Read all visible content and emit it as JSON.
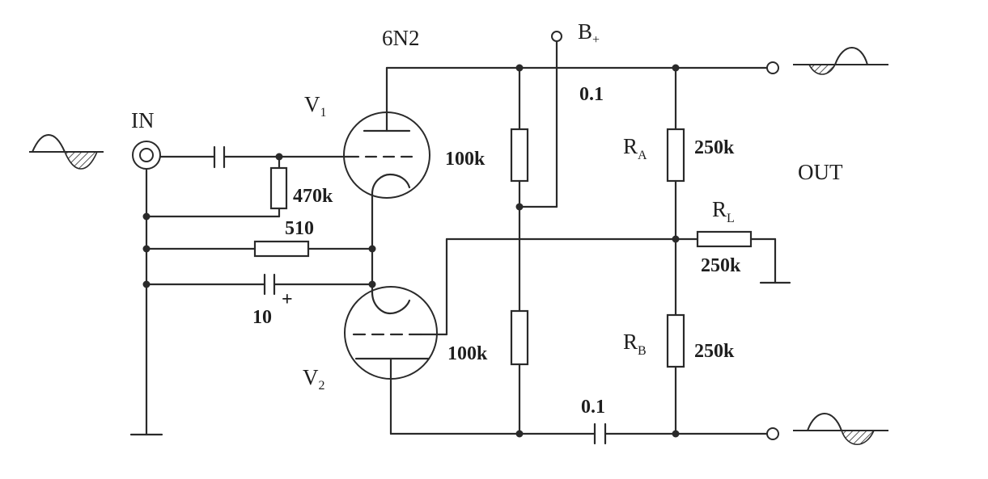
{
  "tube_type": "6N2",
  "tubes": {
    "v1": "V",
    "v1_sub": "1",
    "v2": "V",
    "v2_sub": "2"
  },
  "supply": {
    "label": "B",
    "sub": "+"
  },
  "io": {
    "input": "IN",
    "output": "OUT"
  },
  "resistors": {
    "grid": "470k",
    "cathode": "510",
    "plate_load_top": "100k",
    "plate_load_bottom": "100k",
    "ra_name": "R",
    "ra_sub": "A",
    "ra_value": "250k",
    "rb_name": "R",
    "rb_sub": "B",
    "rb_value": "250k",
    "rl_name": "R",
    "rl_sub": "L",
    "rl_value": "250k"
  },
  "capacitors": {
    "top_output": "0.1",
    "bottom_output": "0.1",
    "cathode_bypass": "10",
    "cathode_bypass_polarity": "+"
  },
  "colors": {
    "ink": "#2a2a2a",
    "background": "#ffffff"
  }
}
